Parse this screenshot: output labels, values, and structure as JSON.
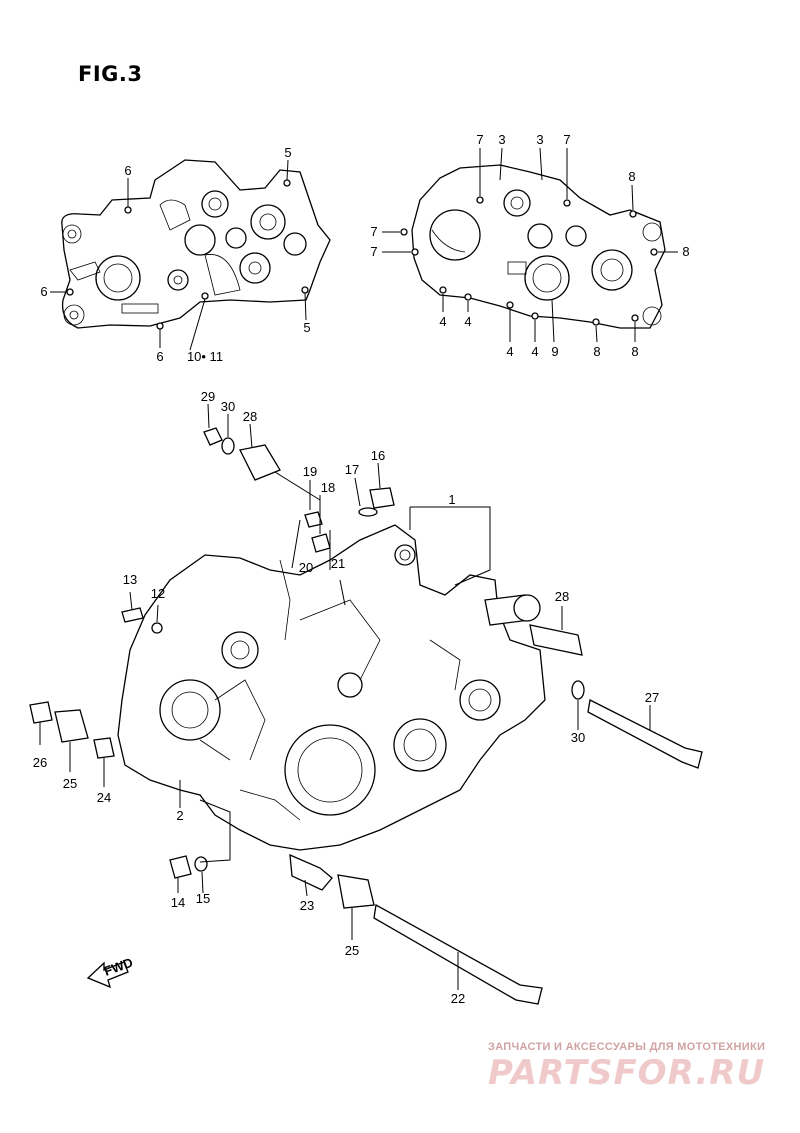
{
  "figure": {
    "title": "FIG.3"
  },
  "callouts": {
    "left_case_inner": [
      "6",
      "5",
      "6",
      "6",
      "10• 11",
      "5"
    ],
    "right_case_inner": [
      "7",
      "3",
      "3",
      "7",
      "8",
      "7",
      "7",
      "8",
      "4",
      "4",
      "4",
      "4",
      "9",
      "8",
      "8"
    ],
    "assembly": [
      "29",
      "30",
      "28",
      "19",
      "18",
      "17",
      "16",
      "1",
      "20",
      "21",
      "13",
      "12",
      "28",
      "27",
      "30",
      "26",
      "25",
      "24",
      "2",
      "14",
      "15",
      "23",
      "25",
      "22"
    ]
  },
  "fwd_label": "FWD",
  "watermark": {
    "tagline": "ЗАПЧАСТИ И АКСЕССУАРЫ ДЛЯ МОТОТЕХНИКИ",
    "logo": "PARTSFOR.RU"
  }
}
